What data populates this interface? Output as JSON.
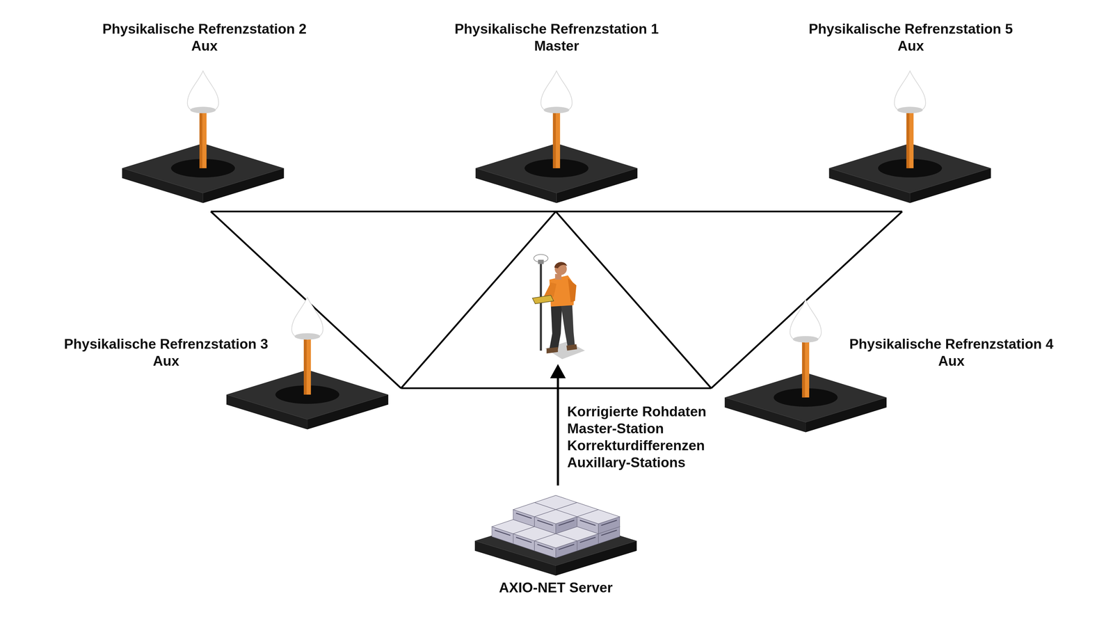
{
  "diagram": {
    "nodes": [
      {
        "text": [
          "Physikalische Refrenzstation 2",
          "Aux"
        ]
      },
      {
        "text": [
          "Physikalische Refrenzstation 1",
          "Master"
        ]
      },
      {
        "text": [
          "Physikalische Refrenzstation 5",
          "Aux"
        ]
      },
      {
        "text": [
          "Physikalische Refrenzstation 3",
          "Aux"
        ]
      },
      {
        "text": [
          "Physikalische Refrenzstation 4",
          "Aux"
        ]
      },
      {
        "text": [
          "AXIO-NET Server"
        ]
      }
    ],
    "labels": [
      "Korrigierte Rohdaten Master-Station Korrekturdifferenzen Auxillary-Stations"
    ]
  }
}
